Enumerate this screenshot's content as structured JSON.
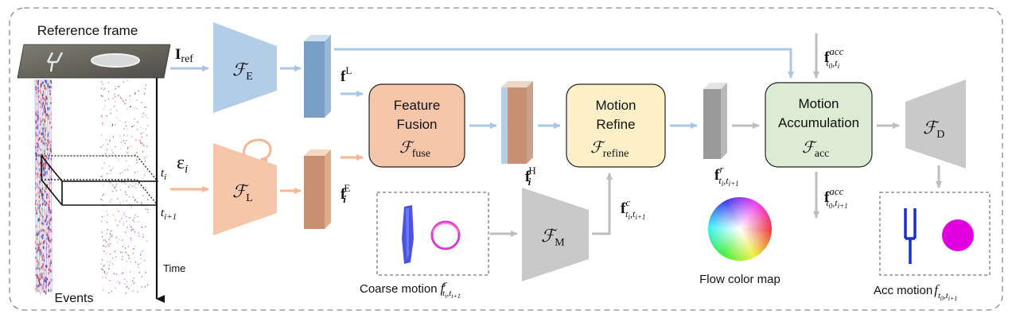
{
  "labels": {
    "reference_frame": "Reference frame",
    "events": "Events",
    "time": "Time",
    "i_ref_main": "I",
    "i_ref_sub": "ref",
    "t_i_main": "t",
    "t_i_sub": "i",
    "t_i1_main": "t",
    "t_i1_sub": "i+1",
    "events_sym_main": "ε",
    "events_sym_sub": "i",
    "f_L_main": "f",
    "f_L_sup": "L",
    "f_E_main": "f",
    "f_E_sub": "i",
    "f_E_sup": "E",
    "f_H_main": "f",
    "f_H_sub": "i",
    "f_H_sup": "H",
    "f_c_main": "f",
    "f_c_sup": "c",
    "f_c_sub": "t",
    "f_c_subsub": "i",
    "f_c_sub2": ",t",
    "f_c_subsub2": "i+1",
    "f_r_main": "f",
    "f_r_sup": "r",
    "f_r_sub": "t",
    "f_r_subsub": "i",
    "f_r_sub2": ",t",
    "f_r_subsub2": "i+1",
    "f_acc_in_main": "f",
    "f_acc_in_sup": "acc",
    "f_acc_in_sub": "t",
    "f_acc_in_subsub": "0",
    "f_acc_in_sub2": ",t",
    "f_acc_in_subsub2": "i",
    "f_acc_out_main": "f",
    "f_acc_out_sup": "acc",
    "f_acc_out_sub": "t",
    "f_acc_out_subsub": "0",
    "f_acc_out_sub2": ",t",
    "f_acc_out_subsub2": "i+1",
    "flow_color_map": "Flow color map",
    "coarse_motion": "Coarse motion",
    "coarse_sym_main": "f",
    "coarse_sym_sup": "c",
    "coarse_sym_sub": "t",
    "coarse_sym_subsub": "i",
    "coarse_sym_sub2": ",t",
    "coarse_sym_subsub2": "i+1",
    "acc_motion": "Acc motion",
    "acc_sym_main": "f",
    "acc_sym_sub": "t",
    "acc_sym_subsub": "0",
    "acc_sym_sub2": ",t",
    "acc_sym_subsub2": "i+1"
  },
  "modules": {
    "encoder_E": {
      "main": "ℱ",
      "sub": "E"
    },
    "encoder_L": {
      "main": "ℱ",
      "sub": "L"
    },
    "encoder_M": {
      "main": "ℱ",
      "sub": "M"
    },
    "decoder_D": {
      "main": "ℱ",
      "sub": "D"
    },
    "fusion": {
      "line1": "Feature",
      "line2": "Fusion",
      "sym_main": "ℱ",
      "sym_sub": "fuse"
    },
    "refine": {
      "line1": "Motion",
      "line2": "Refine",
      "sym_main": "ℱ",
      "sym_sub": "refine"
    },
    "accumulation": {
      "line1": "Motion",
      "line2": "Accumulation",
      "sym_main": "ℱ",
      "sym_sub": "acc"
    }
  },
  "colors": {
    "blue": "#b4cde6",
    "blue_dark": "#7a9fc6",
    "orange": "#f5c6a9",
    "orange_dark": "#c79072",
    "gray": "#c9c9c9",
    "gray_dark": "#9a9a9a",
    "fusion_fill": "#f5c6a9",
    "refine_fill": "#fdf0c8",
    "accum_fill": "#dcebd3",
    "arrow_blue": "#a9c6e4",
    "arrow_orange": "#f3b795",
    "arrow_gray": "#bdbdbd",
    "magenta": "#e000e0",
    "tuning_blue": "#1a2fd0"
  }
}
